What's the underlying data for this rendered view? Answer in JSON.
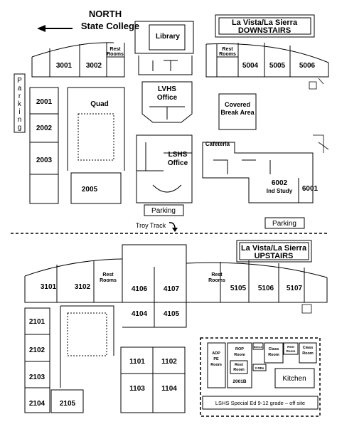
{
  "north": {
    "line1": "NORTH",
    "line2": "State College"
  },
  "downstairs": {
    "line1": "La Vista/La Sierra",
    "line2": "DOWNSTAIRS"
  },
  "upstairs": {
    "line1": "La Vista/La Sierra",
    "line2": "UPSTAIRS"
  },
  "parking_vertical": [
    "P",
    "a",
    "r",
    "k",
    "i",
    "n",
    "g"
  ],
  "labels": {
    "parking": "Parking",
    "troy_track": "Troy Track",
    "library": "Library",
    "rest": "Rest",
    "rooms": "Rooms",
    "quad": "Quad",
    "lvhs": "LVHS",
    "lshs": "LSHS",
    "office": "Office",
    "covered": "Covered",
    "break_area": "Break Area",
    "cafeteria": "Cafeteria",
    "ind_study": "Ind Study",
    "adp": "ADP",
    "pe": "PE",
    "room": "Room",
    "rop": "ROP",
    "class": "Class",
    "bench": "Bench",
    "two_rrs": "2 RRs",
    "kitchen": "Kitchen",
    "special_ed": "LSHS Special Ed 9-12 grade – off site"
  },
  "rooms_down": {
    "r3001": "3001",
    "r3002": "3002",
    "r5004": "5004",
    "r5005": "5005",
    "r5006": "5006",
    "r2001": "2001",
    "r2002": "2002",
    "r2003": "2003",
    "r2005": "2005",
    "r6002": "6002",
    "r6001": "6001"
  },
  "rooms_up": {
    "r3101": "3101",
    "r3102": "3102",
    "r4106": "4106",
    "r4107": "4107",
    "r5105": "5105",
    "r5106": "5106",
    "r5107": "5107",
    "r4104": "4104",
    "r4105": "4105",
    "r2101": "2101",
    "r2102": "2102",
    "r2103": "2103",
    "r2104": "2104",
    "r2105": "2105",
    "r1101": "1101",
    "r1102": "1102",
    "r1103": "1103",
    "r1104": "1104",
    "r2001b": "2001B"
  }
}
